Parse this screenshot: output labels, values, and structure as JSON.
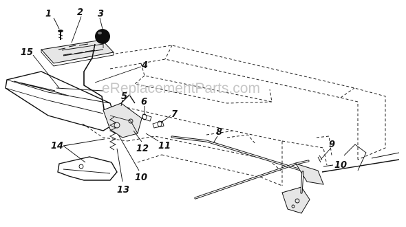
{
  "watermark": "eReplacementParts.com",
  "callouts": {
    "c1": "1",
    "c2": "2",
    "c3": "3",
    "c4": "4",
    "c5": "5",
    "c6": "6",
    "c7": "7",
    "c8": "8",
    "c9": "9",
    "c10a": "10",
    "c10b": "10",
    "c11": "11",
    "c12": "12",
    "c13": "13",
    "c14": "14",
    "c15": "15"
  }
}
